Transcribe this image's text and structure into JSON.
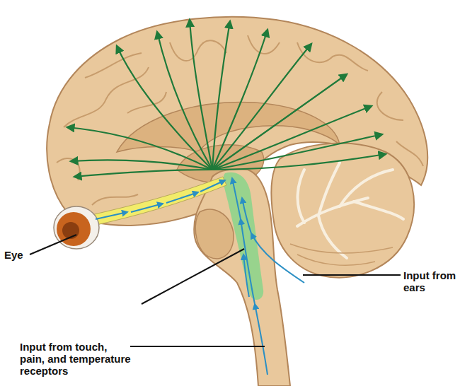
{
  "diagram": {
    "labels": [
      "Eye",
      "Input from ears",
      "Input from touch, pain, and temperature receptors"
    ]
  }
}
